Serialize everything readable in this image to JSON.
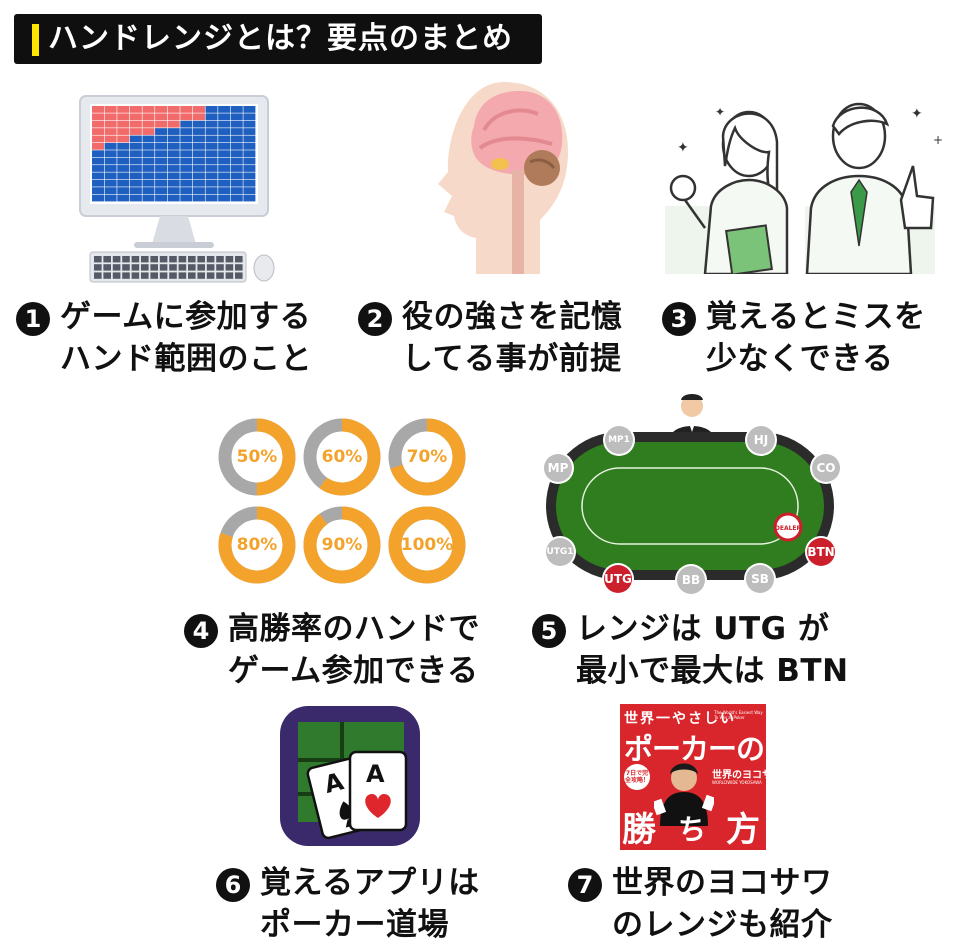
{
  "title": "ハンドレンジとは？要点のまとめ",
  "colors": {
    "accent_yellow": "#ffe600",
    "donut_orange": "#f3a32b",
    "donut_gray": "#a8a8a8",
    "felt_green": "#2f7d1e",
    "rail_dark": "#2b2b2b",
    "seat_red": "#cc1f2c",
    "app_icon_purple": "#3b2a6b"
  },
  "points": [
    {
      "num": "1",
      "lines": [
        "ゲームに参加する",
        "ハンド範囲のこと"
      ]
    },
    {
      "num": "2",
      "lines": [
        "役の強さを記憶",
        "してる事が前提"
      ]
    },
    {
      "num": "3",
      "lines": [
        "覚えるとミスを",
        "少なくできる"
      ]
    },
    {
      "num": "4",
      "lines": [
        "高勝率のハンドで",
        "ゲーム参加できる"
      ]
    },
    {
      "num": "5",
      "lines": [
        "レンジは UTG が",
        "最小で最大は BTN"
      ]
    },
    {
      "num": "6",
      "lines": [
        "覚えるアプリは",
        "ポーカー道場"
      ]
    },
    {
      "num": "7",
      "lines": [
        "世界のヨコサワ",
        "のレンジも紹介"
      ]
    }
  ],
  "donuts": [
    {
      "label": "50%",
      "pct": 50
    },
    {
      "label": "60%",
      "pct": 60
    },
    {
      "label": "70%",
      "pct": 70
    },
    {
      "label": "80%",
      "pct": 80
    },
    {
      "label": "90%",
      "pct": 90
    },
    {
      "label": "100%",
      "pct": 100
    }
  ],
  "table": {
    "dealer_chip": "DEALER",
    "seats": {
      "mp1": "MP1",
      "hj": "HJ",
      "mp": "MP",
      "co": "CO",
      "utg1": "UTG1",
      "btn": "BTN",
      "utg": "UTG",
      "bb": "BB",
      "sb": "SB"
    }
  },
  "app_icon": {
    "card_rank": "A"
  },
  "book": {
    "top": "世界一やさしい",
    "big": "ポーカーの",
    "sub": "世界のヨコサワ",
    "badge": "7日で完全攻略！",
    "bottom_left": "勝",
    "bottom_mid": "ち",
    "bottom_right": "方",
    "en": "The World's Easiest Way To Win at Poker",
    "author_en": "WORLDWIDE YOKOSAWA"
  }
}
